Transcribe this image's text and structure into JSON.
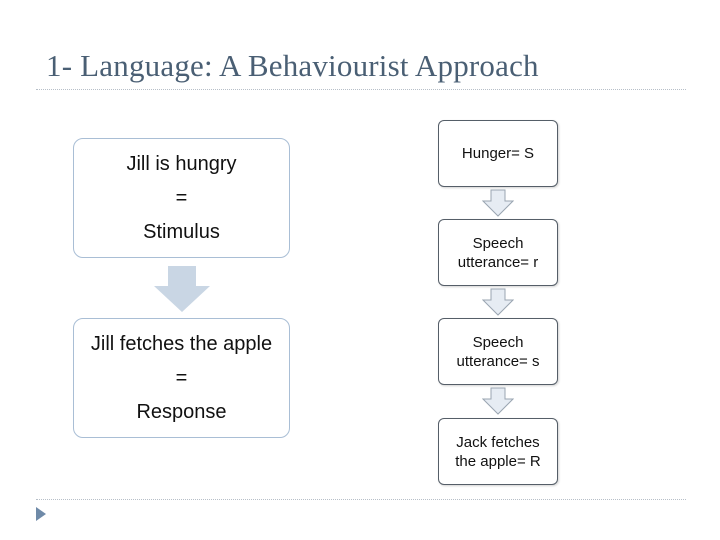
{
  "slide": {
    "title": "1- Language: A Behaviourist Approach"
  },
  "left_flow": {
    "box1": {
      "line1": "Jill is hungry",
      "line2": "=",
      "line3": "Stimulus"
    },
    "box2": {
      "line1": "Jill fetches the apple",
      "line2": "=",
      "line3": "Response"
    }
  },
  "right_flow": {
    "steps": [
      "Hunger= S",
      "Speech\nutterance= r",
      "Speech\nutterance= s",
      "Jack fetches\nthe apple= R"
    ]
  },
  "colors": {
    "title": "#4a5f74",
    "big_box_border": "#a9bed5",
    "big_arrow": "#c9d6e4",
    "small_box_border": "#555e68",
    "small_arrow_fill": "#e6ecf3",
    "bullet": "#6f8aa8"
  },
  "icons": {
    "footer_bullet": "play-triangle-icon"
  }
}
